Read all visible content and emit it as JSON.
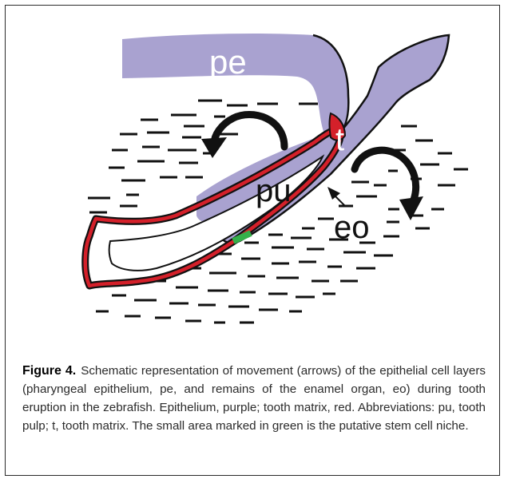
{
  "diagram": {
    "labels": {
      "pe": "pe",
      "t": "t",
      "pu": "pu",
      "eo": "eo"
    },
    "colors": {
      "epithelium": "#a9a2d0",
      "tooth_matrix": "#d4202a",
      "stem_cell_niche": "#35b04a",
      "outline": "#111111",
      "connective_tissue": "#111111"
    }
  },
  "caption": {
    "figure_label": "Figure 4.",
    "text": "Schematic representation of movement (arrows) of the epithelial cell layers (pharyngeal epithelium, pe, and remains of the enamel organ, eo) during tooth eruption in the zebrafish. Epithelium, purple; tooth matrix, red. Abbreviations: pu, tooth pulp; t, tooth matrix. The small area marked in green is the putative stem cell niche."
  }
}
